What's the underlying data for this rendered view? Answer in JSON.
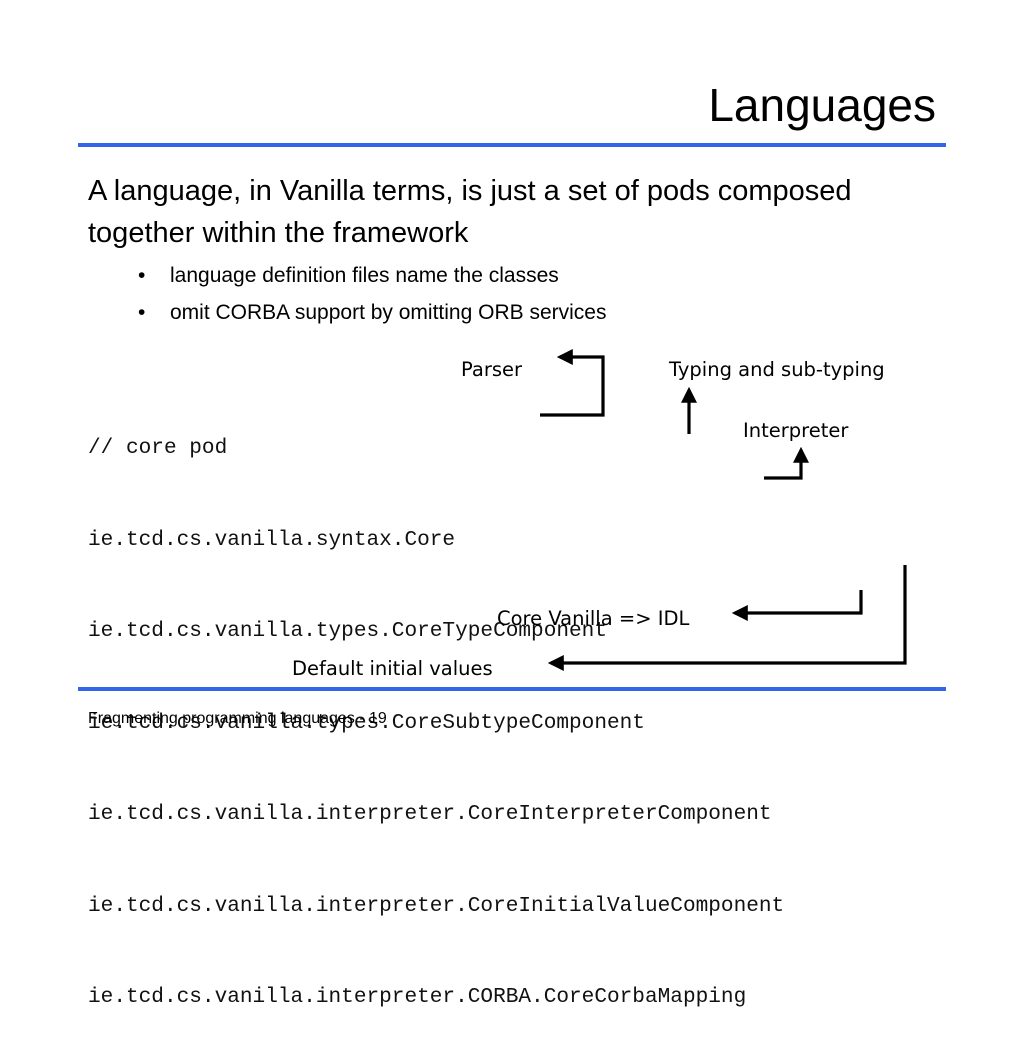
{
  "slide": {
    "title": "Languages",
    "lead": "A language, in Vanilla terms, is just a set of pods composed together within the framework",
    "bullets": [
      "language definition files name the classes",
      "omit CORBA support by omitting ORB services"
    ],
    "bullet_glyph": "•",
    "code_lines": [
      "// core pod",
      "ie.tcd.cs.vanilla.syntax.Core",
      "ie.tcd.cs.vanilla.types.CoreTypeComponent",
      "ie.tcd.cs.vanilla.types.CoreSubtypeComponent",
      "ie.tcd.cs.vanilla.interpreter.CoreInterpreterComponent",
      "ie.tcd.cs.vanilla.interpreter.CoreInitialValueComponent",
      "ie.tcd.cs.vanilla.interpreter.CORBA.CoreCorbaMapping"
    ],
    "annotations": {
      "parser": "Parser",
      "typing": "Typing and sub-typing",
      "interpreter": "Interpreter",
      "idl": "Core Vanilla => IDL",
      "initial_values": "Default initial values"
    },
    "footer": "Fragmenting programming languages  - 19",
    "colors": {
      "rule": "#3366e8",
      "text": "#000000"
    }
  }
}
